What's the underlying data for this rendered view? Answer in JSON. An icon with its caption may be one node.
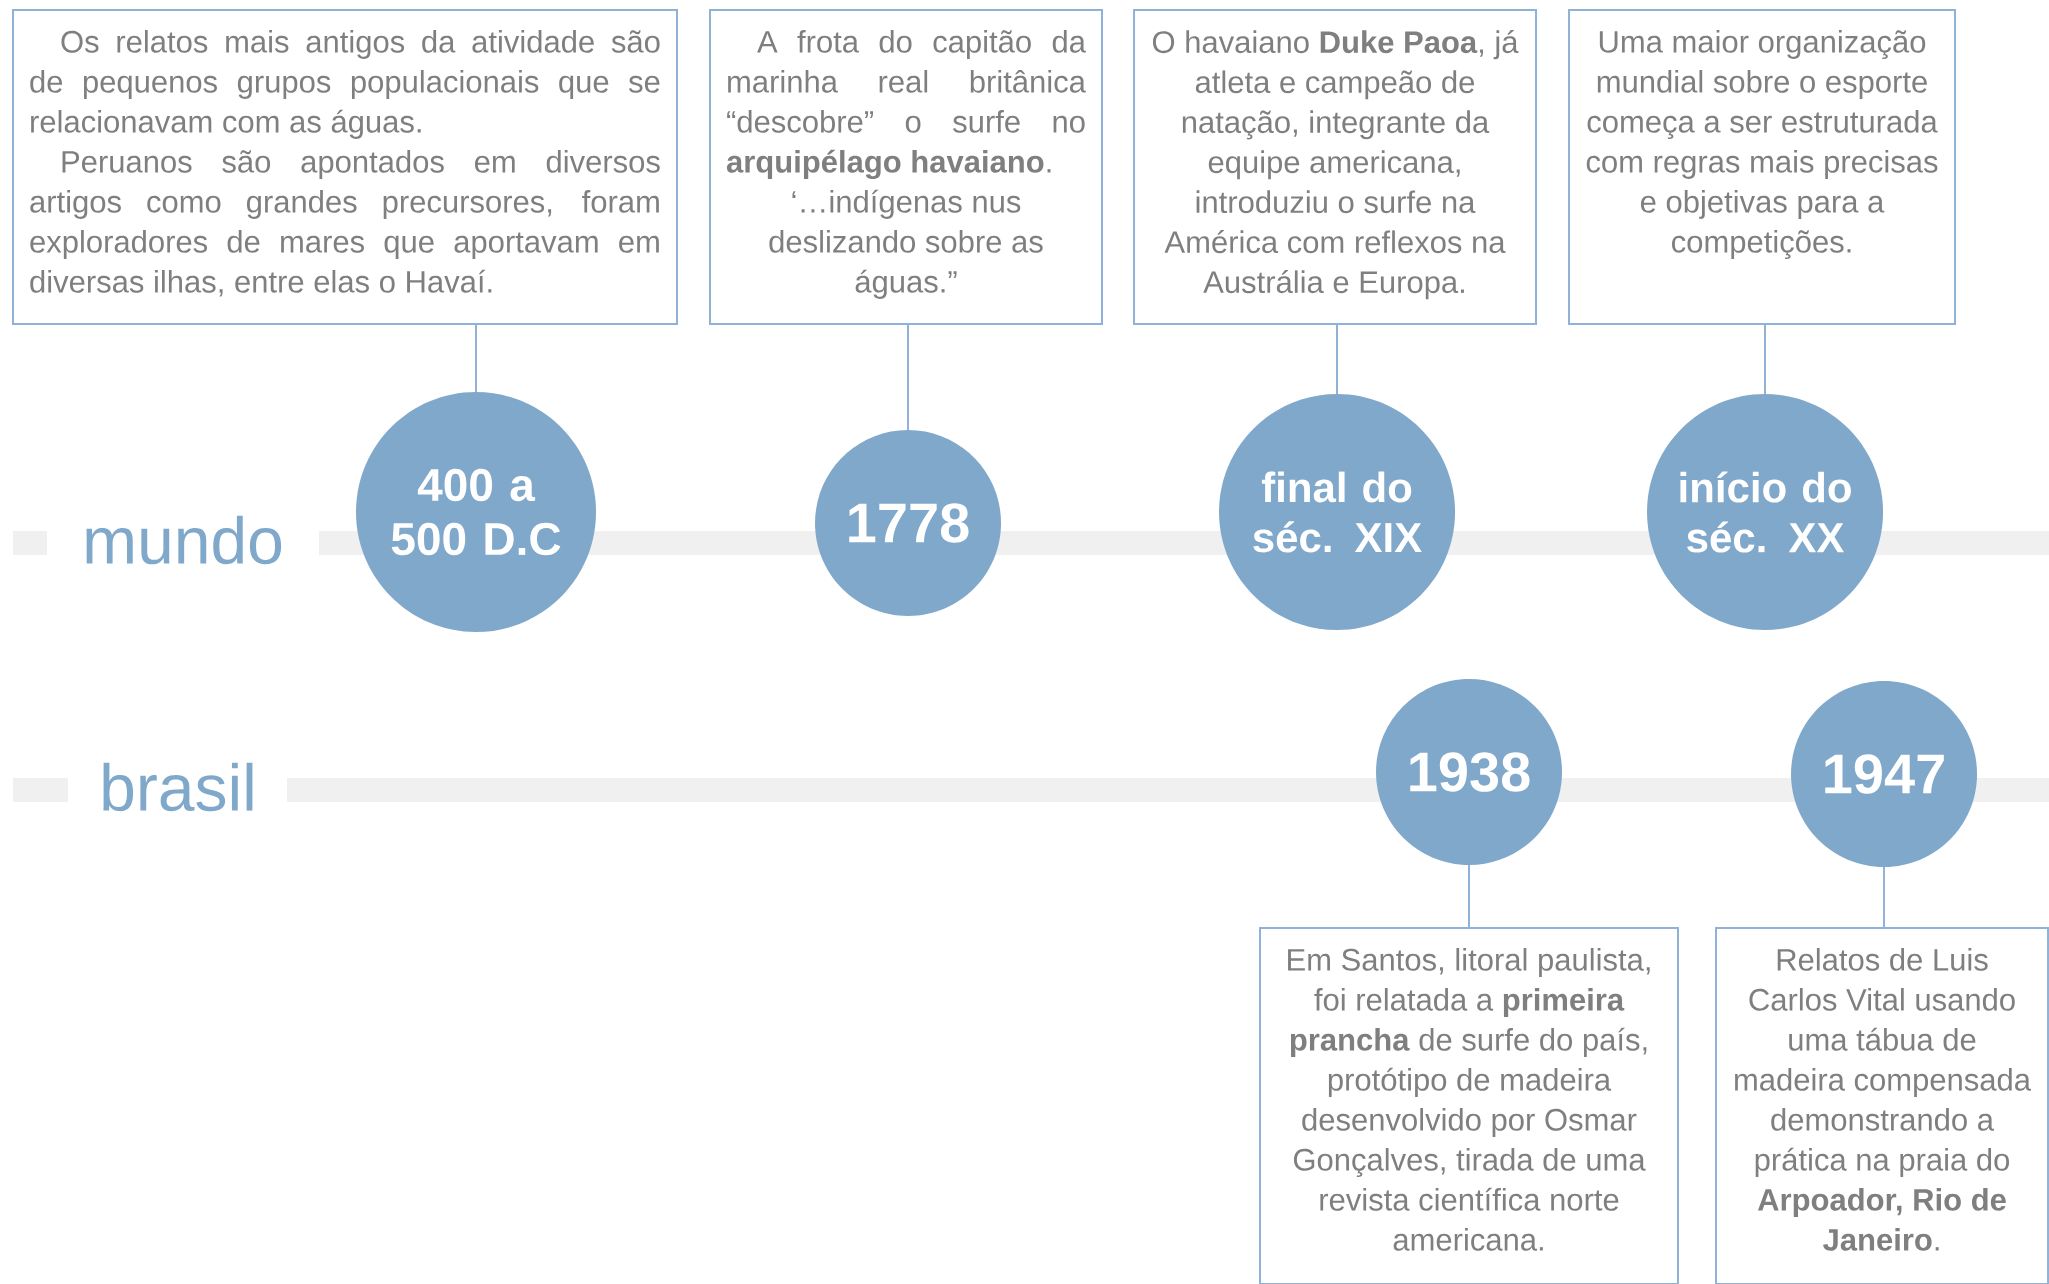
{
  "diagram": {
    "nodes": [
      {
        "text": [
          "Os relatos mais antigos da atividade são de pequenos grupos populacionais que se relacionavam com as águas.",
          "Peruanos são apontados em diversos artigos como grandes precursores, foram exploradores de mares que aportavam em diversas ilhas, entre elas o Havaí."
        ]
      },
      {
        "text": [
          "A frota do capitão da marinha real britânica “descobre” o surfe no **arquipélago havaiano**.",
          "‘…indígenas nus deslizando sobre as águas.”"
        ]
      },
      {
        "text": [
          "O havaiano **Duke Paoa**, já atleta e campeão de natação, integrante da equipe americana, introduziu o surfe na América com reflexos na Austrália e Europa."
        ]
      },
      {
        "text": [
          "Uma maior organização mundial sobre o esporte começa a ser estruturada com regras mais precisas e objetivas para a competições."
        ]
      },
      {
        "text": [
          "400 a 500 D.C"
        ]
      },
      {
        "text": [
          "1778"
        ]
      },
      {
        "text": [
          "final do séc. XIX"
        ]
      },
      {
        "text": [
          "início do séc. XX"
        ]
      },
      {
        "text": [
          "1938"
        ]
      },
      {
        "text": [
          "1947"
        ]
      },
      {
        "text": [
          "Em Santos, litoral paulista, foi relatada a **primeira prancha** de surfe do país, protótipo de madeira desenvolvido por Osmar Gonçalves, tirada de uma revista científica norte americana."
        ]
      },
      {
        "text": [
          "Relatos de Luis Carlos Vital usando uma tábua de madeira compensada demonstrando a prática na praia do **Arpoador, Rio de Janeiro**."
        ]
      }
    ],
    "edges": [
      {
        "from": 0,
        "to": 4,
        "arrow": "none"
      },
      {
        "from": 1,
        "to": 5,
        "arrow": "none"
      },
      {
        "from": 2,
        "to": 6,
        "arrow": "none"
      },
      {
        "from": 3,
        "to": 7,
        "arrow": "none"
      },
      {
        "from": 8,
        "to": 10,
        "arrow": "none"
      },
      {
        "from": 9,
        "to": 11,
        "arrow": "none"
      }
    ],
    "labels": [
      "mundo",
      "brasil"
    ]
  }
}
